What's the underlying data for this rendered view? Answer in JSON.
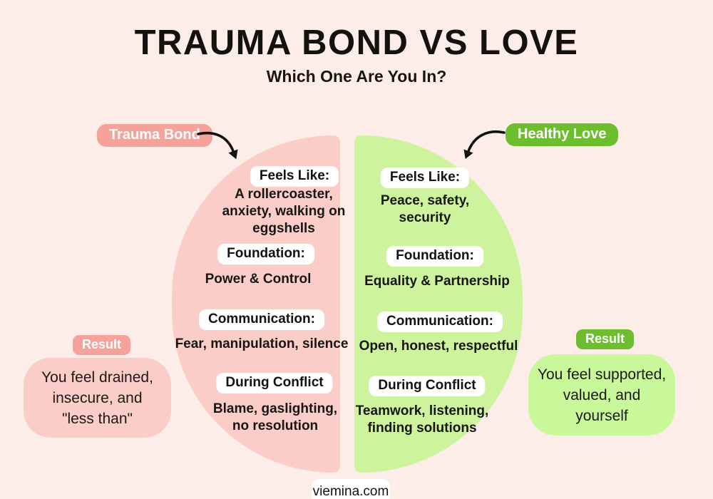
{
  "header": {
    "title": "TRAUMA BOND VS LOVE",
    "subtitle": "Which One Are You In?"
  },
  "colors": {
    "background": "#fcede9",
    "trauma_fill": "#fbcdc9",
    "trauma_accent": "#f5a29a",
    "love_fill": "#cdf49c",
    "love_accent": "#6dbe2e",
    "love_result_fill": "#c9f89a",
    "heading_pill": "#ffffff",
    "text": "#161616",
    "arrow": "#111111"
  },
  "left": {
    "label": "Trauma Bond",
    "sections": [
      {
        "heading": "Feels Like:",
        "text": "A rollercoaster,\nanxiety, walking on\neggshells"
      },
      {
        "heading": "Foundation:",
        "text": "Power & Control"
      },
      {
        "heading": "Communication:",
        "text": "Fear, manipulation, silence"
      },
      {
        "heading": "During Conflict",
        "text": "Blame, gaslighting,\nno resolution"
      }
    ],
    "result": {
      "label": "Result",
      "text": "You feel drained,\ninsecure, and\n\"less than\""
    }
  },
  "right": {
    "label": "Healthy Love",
    "sections": [
      {
        "heading": "Feels Like:",
        "text": "Peace, safety,\nsecurity"
      },
      {
        "heading": "Foundation:",
        "text": "Equality & Partnership"
      },
      {
        "heading": "Communication:",
        "text": "Open, honest, respectful"
      },
      {
        "heading": "During Conflict",
        "text": "Teamwork, listening,\nfinding solutions"
      }
    ],
    "result": {
      "label": "Result",
      "text": "You feel supported,\nvalued, and\nyourself"
    }
  },
  "footer": {
    "text": "viemina.com"
  }
}
